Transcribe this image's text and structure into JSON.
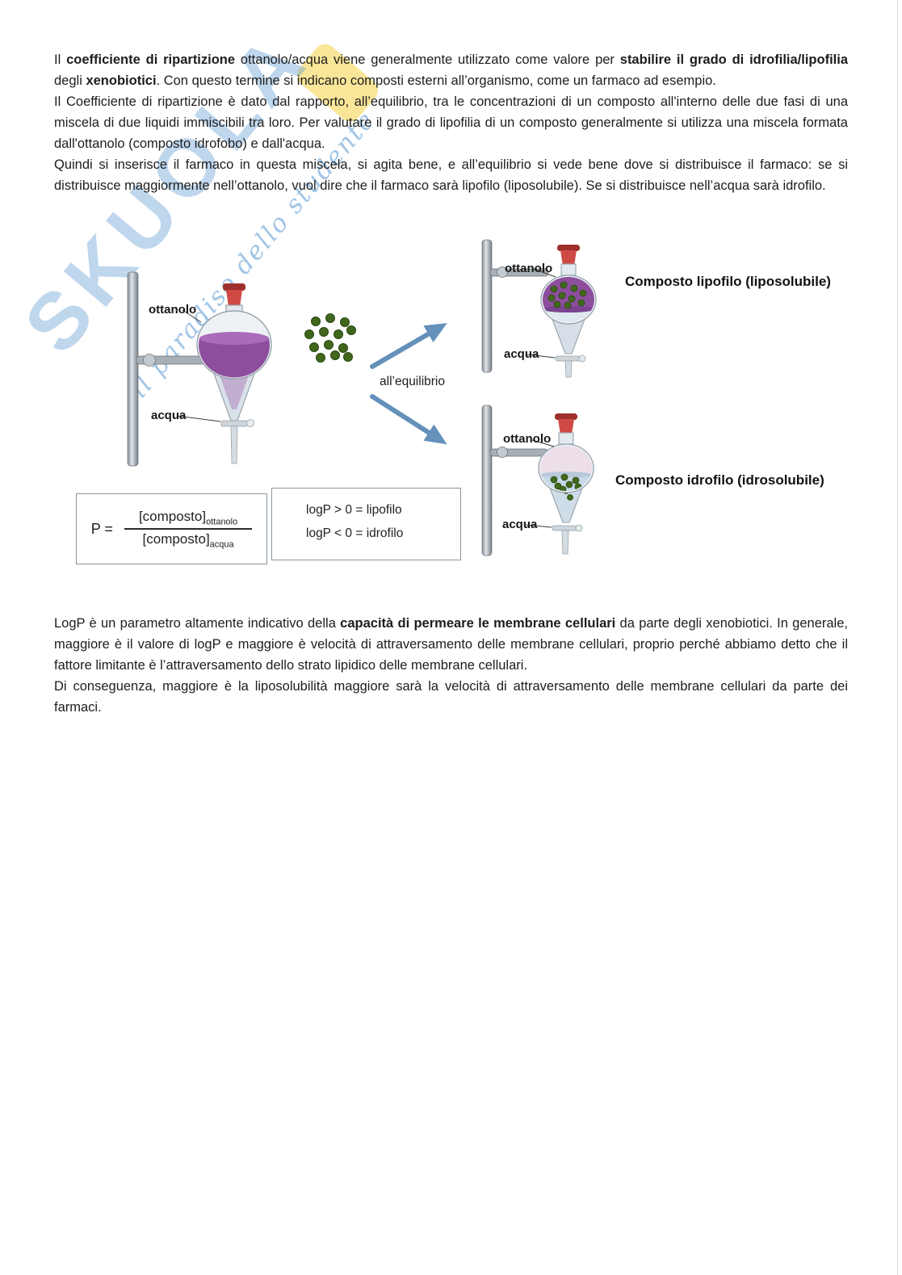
{
  "colors": {
    "ottanolo_purple": "#8d4f9d",
    "liquid_surface_purple": "#aa6cba",
    "acqua_layer_blue": "#c8dae9",
    "pale_ottanolo_pink": "#ecdfe9",
    "drug_particle_green": "#40671c",
    "arrow_blue": "#6490ba",
    "watermark_blue": "#5f9bd2",
    "watermark_yellow": "#f4cd32",
    "box_border_gray": "#8b949c",
    "text_black": "#1d1d1d"
  },
  "watermark": {
    "brand": "SKUOLA",
    "tagline": "il paradiso dello studente"
  },
  "paragraphs": {
    "p1": [
      {
        "t": "Il "
      },
      {
        "t": "coefficiente di ripartizione",
        "b": true
      },
      {
        "t": " ottanolo/acqua viene generalmente utilizzato come valore per "
      },
      {
        "t": "stabilire il grado di idrofilia/lipofilia",
        "b": true
      },
      {
        "t": " degli "
      },
      {
        "t": "xenobiotici",
        "b": true
      },
      {
        "t": ". Con questo termine si indicano composti esterni all’organismo, come un farmaco ad esempio."
      }
    ],
    "p2": [
      {
        "t": "Il Coefficiente di ripartizione è dato dal rapporto, all’equilibrio, tra le concentrazioni di un composto all'interno delle due fasi di una miscela di due liquidi immiscibili tra loro. Per valutare il grado di lipofilia di un composto generalmente si utilizza una miscela formata dall'ottanolo (composto idrofobo) e dall'acqua."
      }
    ],
    "p3": [
      {
        "t": "Quindi si inserisce il farmaco in questa miscela, si agita bene, e all’equilibrio si vede bene dove si distribuisce il farmaco: se si distribuisce maggiormente nell’ottanolo, vuol dire che il farmaco sarà lipofilo (liposolubile). Se si distribuisce nell’acqua sarà idrofilo."
      }
    ],
    "p4": [
      {
        "t": "LogP è un parametro altamente indicativo della "
      },
      {
        "t": "capacità di permeare le membrane cellulari",
        "b": true
      },
      {
        "t": " da parte degli xenobiotici. In generale, maggiore è il valore di logP e maggiore è velocità di attraversamento delle membrane cellulari, proprio perché abbiamo detto che il fattore limitante è l’attraversamento dello strato lipidico delle membrane cellulari."
      }
    ],
    "p5": [
      {
        "t": "Di conseguenza, maggiore è la liposolubilità maggiore sarà la velocità di attraversamento delle membrane cellulari da parte dei farmaci."
      }
    ]
  },
  "diagram": {
    "left_funnel": {
      "top_label": "ottanolo",
      "bottom_label": "acqua"
    },
    "equilibrium_label": "all’equilibrio",
    "top_funnel": {
      "top_label": "ottanolo",
      "bottom_label": "acqua",
      "caption": "Composto lipofilo (liposolubile)"
    },
    "bottom_funnel": {
      "top_label": "ottanolo",
      "bottom_label": "acqua",
      "caption": "Composto idrofilo (idrosolubile)"
    },
    "formula": {
      "lhs": "P =",
      "numerator": "[composto]",
      "numerator_sub": "ottanolo",
      "denominator": "[composto]",
      "denominator_sub": "acqua"
    },
    "logp_box": {
      "line1": "logP > 0 = lipofilo",
      "line2": "logP < 0 = idrofilo"
    }
  }
}
